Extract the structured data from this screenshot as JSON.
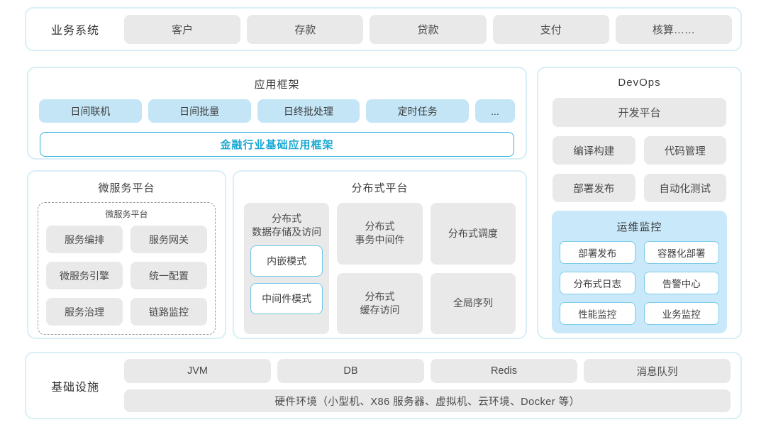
{
  "colors": {
    "card_border": "#d9eef6",
    "grey_box": "#e9e9e9",
    "light_blue_box": "#c3e5f6",
    "monitor_panel_bg": "#c9e9fa",
    "accent_cyan": "#1aa9d4",
    "white_box_border": "#7ecdea",
    "text_dark": "#404040"
  },
  "business": {
    "label": "业务系统",
    "items": [
      "客户",
      "存款",
      "贷款",
      "支付",
      "核算……"
    ]
  },
  "app_framework": {
    "title": "应用框架",
    "items": [
      "日间联机",
      "日间批量",
      "日终批处理",
      "定时任务",
      "..."
    ],
    "banner": "金融行业基础应用框架"
  },
  "devops": {
    "title": "DevOps",
    "platform": "开发平台",
    "items": [
      "编译构建",
      "代码管理",
      "部署发布",
      "自动化测试"
    ],
    "monitoring": {
      "title": "运维监控",
      "items": [
        "部署发布",
        "容器化部署",
        "分布式日志",
        "告警中心",
        "性能监控",
        "业务监控"
      ]
    }
  },
  "microservice": {
    "title": "微服务平台",
    "inner_title": "微服务平台",
    "items": [
      "服务编排",
      "服务网关",
      "微服务引擎",
      "统一配置",
      "服务治理",
      "链路监控"
    ]
  },
  "distributed": {
    "title": "分布式平台",
    "storage": {
      "title": "分布式\n数据存储及访问",
      "modes": [
        "内嵌模式",
        "中间件模式"
      ]
    },
    "cells": [
      "分布式\n事务中间件",
      "分布式调度",
      "分布式\n缓存访问",
      "全局序列"
    ]
  },
  "infrastructure": {
    "label": "基础设施",
    "items": [
      "JVM",
      "DB",
      "Redis",
      "消息队列"
    ],
    "hardware": "硬件环境（小型机、X86 服务器、虚拟机、云环境、Docker 等）"
  }
}
